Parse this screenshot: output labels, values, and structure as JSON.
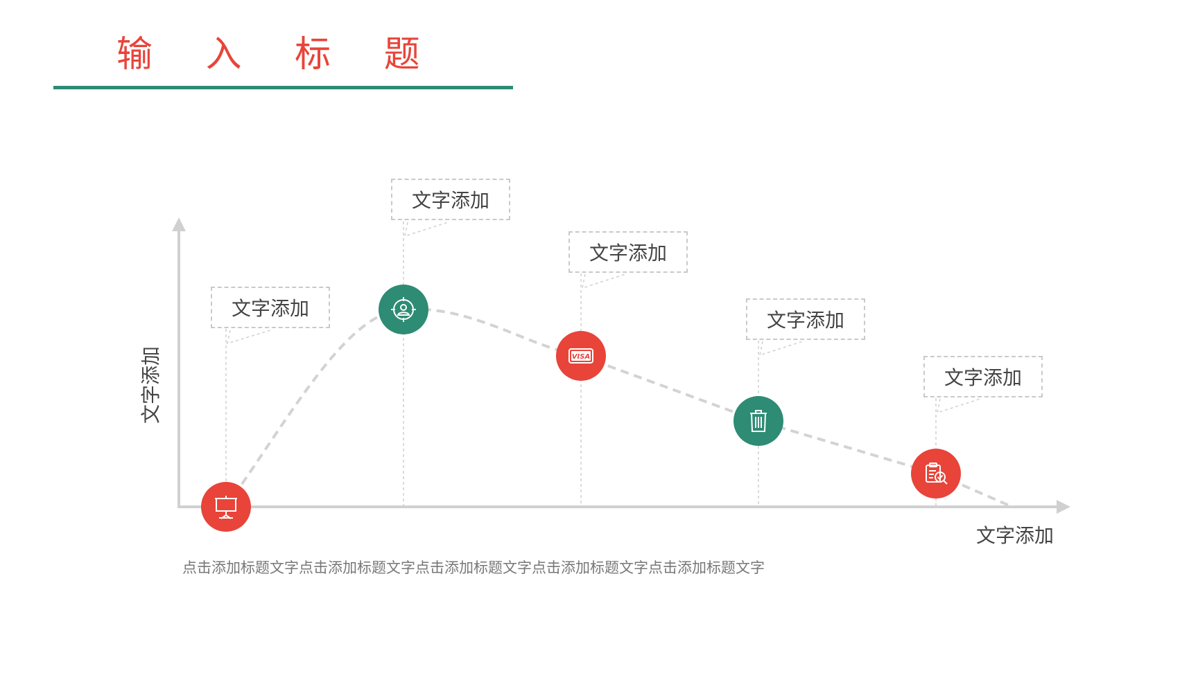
{
  "title": "输 入 标 题",
  "axes": {
    "y_label": "文字添加",
    "x_label": "文字添加"
  },
  "steps": [
    {
      "label": "文字添加",
      "icon": "presentation-board-icon",
      "color": "#e8443a"
    },
    {
      "label": "文字添加",
      "icon": "user-target-icon",
      "color": "#2e8b74"
    },
    {
      "label": "文字添加",
      "icon": "visa-card-icon",
      "color": "#e8443a"
    },
    {
      "label": "文字添加",
      "icon": "trash-can-icon",
      "color": "#2e8b74"
    },
    {
      "label": "文字添加",
      "icon": "document-search-icon",
      "color": "#e8443a"
    }
  ],
  "caption": "点击添加标题文字点击添加标题文字点击添加标题文字点击添加标题文字点击添加标题文字",
  "colors": {
    "accent_red": "#e8443a",
    "accent_green": "#2e8b74",
    "axis_gray": "#d0d0d0"
  }
}
